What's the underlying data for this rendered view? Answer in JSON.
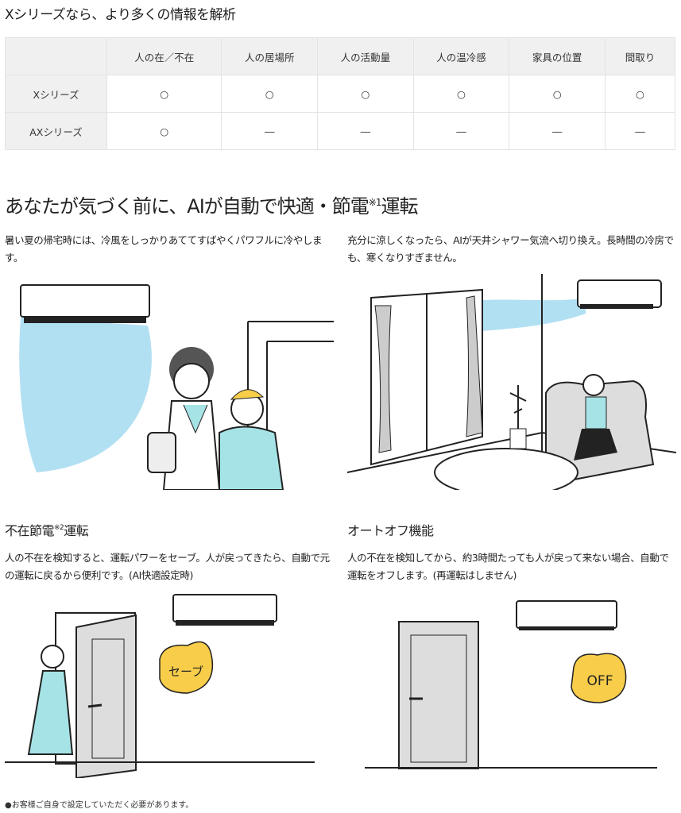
{
  "comparison": {
    "title": "Xシリーズなら、より多くの情報を解析",
    "columns": [
      "人の在／不在",
      "人の居場所",
      "人の活動量",
      "人の温冷感",
      "家具の位置",
      "間取り"
    ],
    "rows": [
      {
        "label": "Xシリーズ",
        "values": [
          "○",
          "○",
          "○",
          "○",
          "○",
          "○"
        ]
      },
      {
        "label": "AXシリーズ",
        "values": [
          "○",
          "―",
          "―",
          "―",
          "―",
          "―"
        ]
      }
    ]
  },
  "feature": {
    "headline_main": "あなたが気づく前に、AIが自動で快適・節電",
    "headline_sup": "※1",
    "headline_end": "運転",
    "left_text": "暑い夏の帰宅時には、冷風をしっかりあててすばやくパワフルに冷やします。",
    "right_text": "充分に涼しくなったら、AIが天井シャワー気流へ切り換え。長時間の冷房でも、寒くなりすぎません。"
  },
  "absence": {
    "title_main": "不在節電",
    "title_sup": "※2",
    "title_end": "運転",
    "text": "人の不在を検知すると、運転パワーをセーブ。人が戻ってきたら、自動で元の運転に戻るから便利です。(AI快適設定時)",
    "bubble": "セーブ"
  },
  "autooff": {
    "title": "オートオフ機能",
    "text": "人の不在を検知してから、約3時間たっても人が戻って来ない場合、自動で運転をオフします。(再運転はしません)",
    "bubble": "OFF"
  },
  "footnote": "●お客様ご自身で設定していただく必要があります。",
  "colors": {
    "airflow": "#9fd8f0",
    "bubble": "#f7cd4a",
    "shirt": "#a6e3e6"
  }
}
